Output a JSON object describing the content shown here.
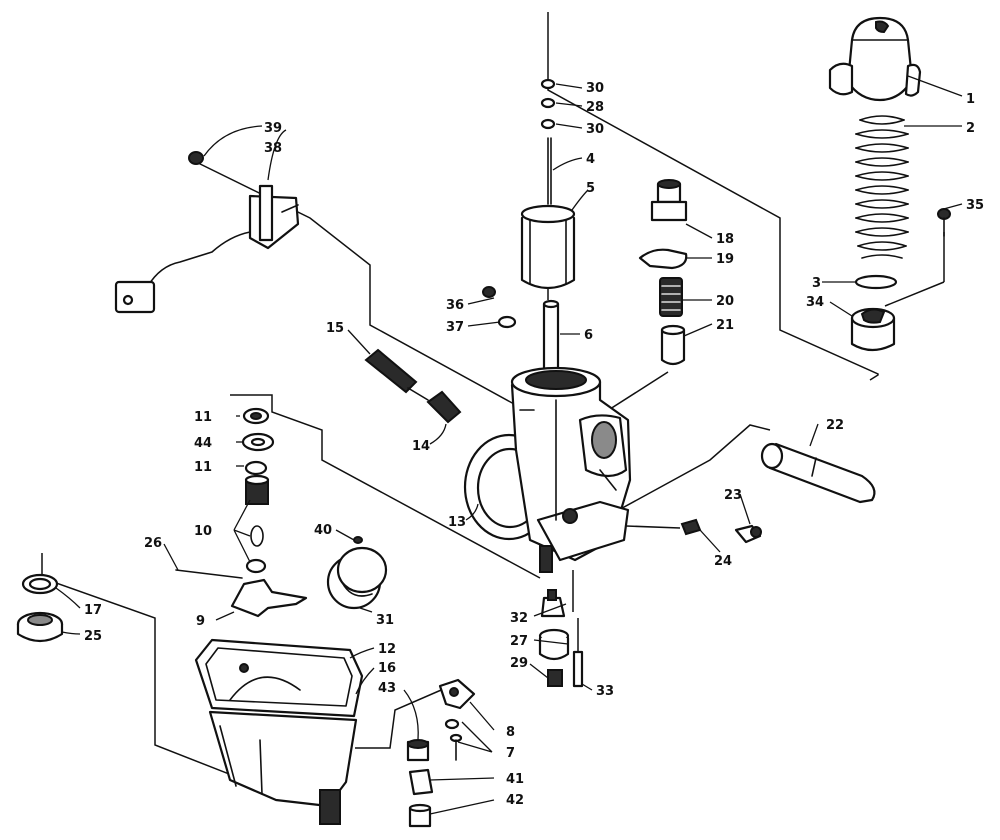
{
  "callouts": {
    "n1": "1",
    "n2": "2",
    "n3": "3",
    "n4": "4",
    "n5": "5",
    "n6": "6",
    "n7": "7",
    "n8": "8",
    "n9": "9",
    "n10": "10",
    "n11a": "11",
    "n11b": "11",
    "n12": "12",
    "n13": "13",
    "n14": "14",
    "n15": "15",
    "n16": "16",
    "n17": "17",
    "n18": "18",
    "n19": "19",
    "n20": "20",
    "n21": "21",
    "n22": "22",
    "n23": "23",
    "n24": "24",
    "n25": "25",
    "n26": "26",
    "n27": "27",
    "n28": "28",
    "n29": "29",
    "n30a": "30",
    "n30b": "30",
    "n31": "31",
    "n32": "32",
    "n33": "33",
    "n34": "34",
    "n35": "35",
    "n36": "36",
    "n37": "37",
    "n38": "38",
    "n39": "39",
    "n40": "40",
    "n41": "41",
    "n42": "42",
    "n43": "43",
    "n44": "44"
  }
}
